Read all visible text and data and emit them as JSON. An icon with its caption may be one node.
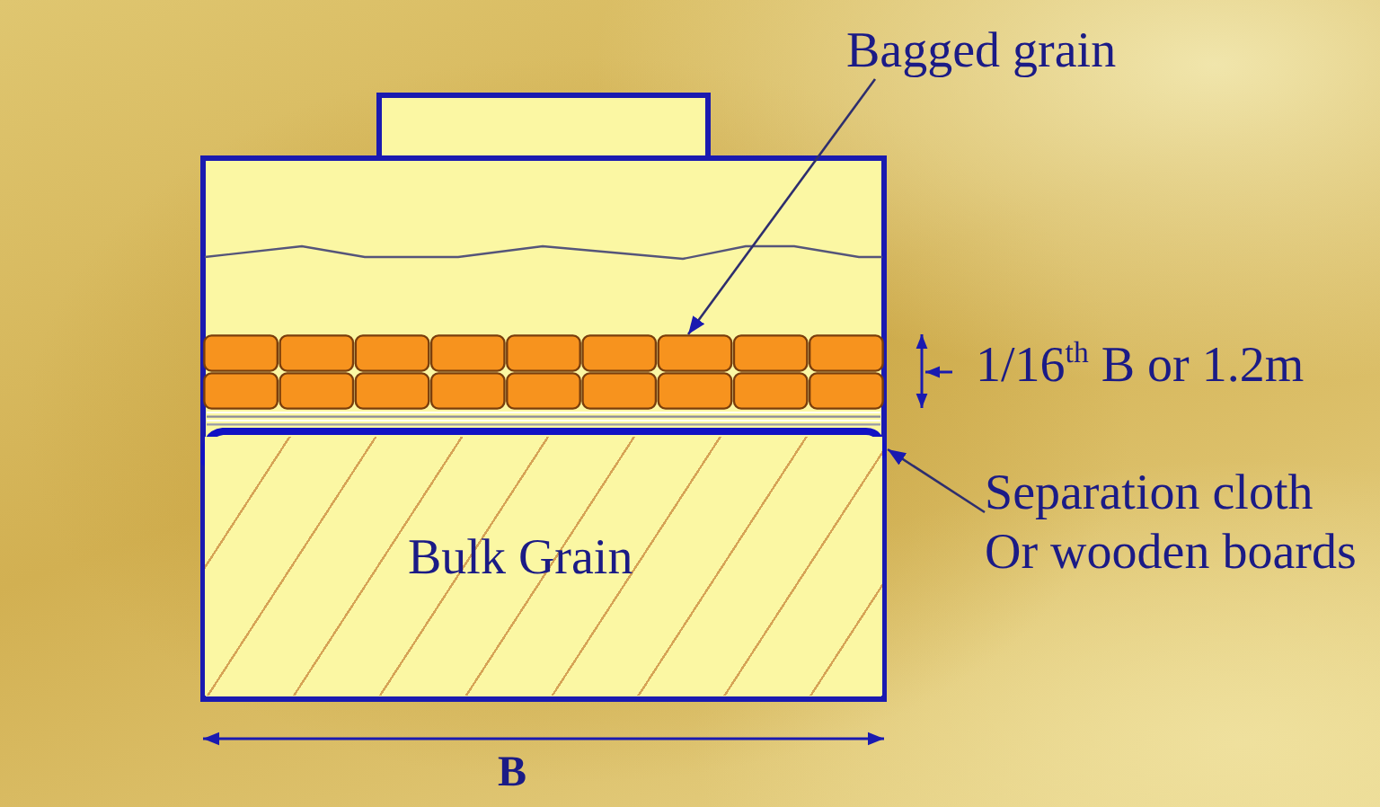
{
  "diagram": {
    "nodes": [
      {
        "text": [
          "Bagged grain"
        ]
      },
      {
        "text": [],
        "shape": "bar"
      },
      {
        "text": [
          "Separation cloth Or wooden boards"
        ]
      },
      {
        "text": [],
        "shape": "bar"
      },
      {
        "text": [
          "Bulk Grain"
        ]
      }
    ],
    "edges": [
      {
        "from": 0,
        "to": 1,
        "arrow": "to"
      },
      {
        "from": 2,
        "to": 3,
        "arrow": "to"
      }
    ],
    "labels": [
      "1/16$^{th}$ B or 1.2m",
      "B"
    ]
  }
}
